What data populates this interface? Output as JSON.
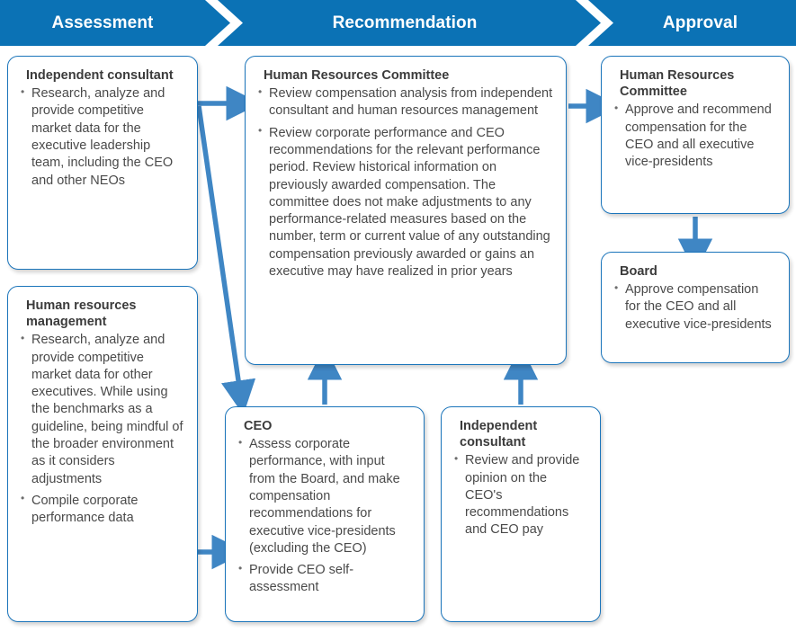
{
  "theme": {
    "header_blue": "#0b72b5",
    "card_border_blue": "#1b75bb",
    "arrow_blue": "#3f86c4",
    "title_text": "#3b3b3b",
    "body_text": "#4a4a4a",
    "background": "#ffffff"
  },
  "header": {
    "phases": [
      {
        "label": "Assessment"
      },
      {
        "label": "Recommendation"
      },
      {
        "label": "Approval"
      }
    ],
    "chevrons": [
      {
        "name": "chevron-right-icon"
      },
      {
        "name": "chevron-right-icon"
      }
    ]
  },
  "cards": {
    "independent_consultant": {
      "title": "Independent consultant",
      "bullets": [
        "Research, analyze and provide competitive market data for the executive leadership team, including the CEO and other NEOs"
      ]
    },
    "hr_management": {
      "title": "Human resources management",
      "bullets": [
        "Research, analyze and provide competitive market data for other executives. While using the benchmarks as a guideline, being mindful of the broader environment as it considers adjustments",
        "Compile corporate performance data"
      ]
    },
    "hr_committee_recommendation": {
      "title": "Human Resources Committee",
      "bullets": [
        "Review compensation analysis from independent consultant and human resources management",
        "Review corporate performance and CEO recommendations for the relevant performance period. Review historical information on previously awarded compensation. The committee does not make adjustments to any performance-related measures based on the number, term or current value of any outstanding compensation previously awarded or gains an executive may have realized in prior years"
      ]
    },
    "ceo": {
      "title": "CEO",
      "bullets": [
        "Assess corporate performance, with input from the Board, and make compensation recommendations for executive vice-presidents (excluding the CEO)",
        "Provide CEO self-assessment"
      ]
    },
    "independent_consultant_review": {
      "title": "Independent consultant",
      "bullets": [
        "Review and provide opinion on the CEO's recommendations and CEO pay"
      ]
    },
    "hr_committee_approval": {
      "title": "Human Resources Committee",
      "bullets": [
        "Approve and recommend compensation for the CEO and all executive vice-presidents"
      ]
    },
    "board": {
      "title": "Board",
      "bullets": [
        "Approve compensation for the CEO and all executive vice-presidents"
      ]
    }
  },
  "connectors": [
    {
      "name": "arrow-consultant-to-hr-committee",
      "direction": "right"
    },
    {
      "name": "arrow-consultant-to-ceo",
      "direction": "diagonal-down-right"
    },
    {
      "name": "arrow-hr-management-to-ceo",
      "direction": "right"
    },
    {
      "name": "arrow-ceo-to-hr-committee",
      "direction": "up"
    },
    {
      "name": "arrow-consultant-review-to-hr-committee",
      "direction": "up"
    },
    {
      "name": "arrow-hr-committee-to-approval",
      "direction": "right"
    },
    {
      "name": "arrow-hr-committee-approval-to-board",
      "direction": "down"
    }
  ]
}
